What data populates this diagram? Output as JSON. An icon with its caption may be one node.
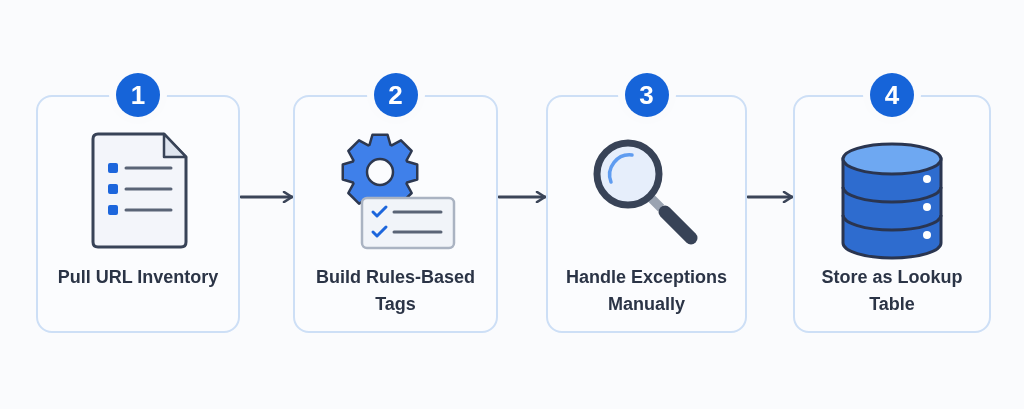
{
  "diagram": {
    "nodes": [
      {
        "text": [
          "1",
          "Pull URL Inventory"
        ]
      },
      {
        "text": [
          "2",
          "Build Rules-Based Tags"
        ]
      },
      {
        "text": [
          "3",
          "Handle Exceptions Manually"
        ]
      },
      {
        "text": [
          "4",
          "Store as Lookup Table"
        ]
      }
    ],
    "edges": [
      {
        "from": 0,
        "to": 1,
        "arrow": "to"
      },
      {
        "from": 1,
        "to": 2,
        "arrow": "to"
      },
      {
        "from": 2,
        "to": 3,
        "arrow": "to"
      }
    ]
  }
}
